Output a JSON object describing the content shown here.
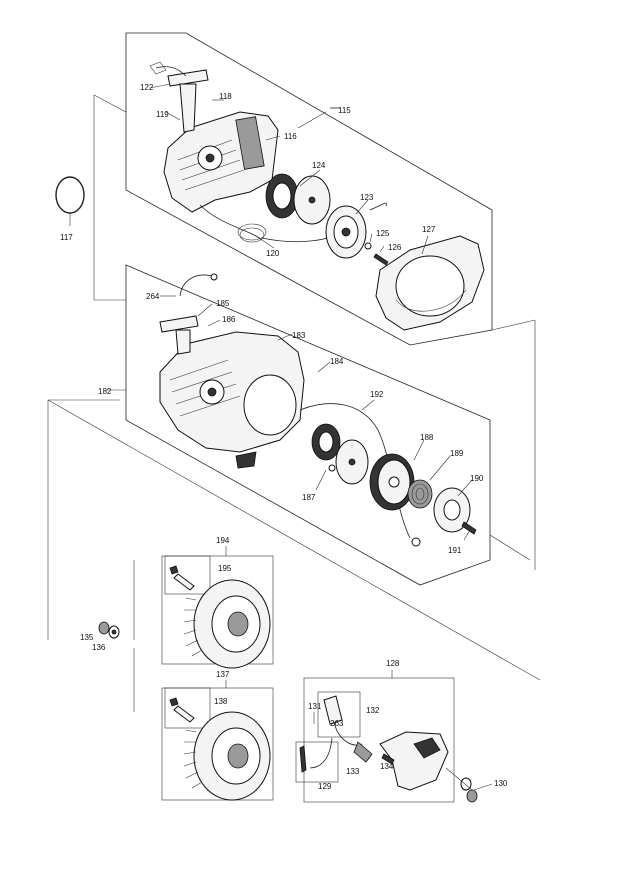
{
  "diagram": {
    "part_numbers": {
      "p115": "115",
      "p116": "116",
      "p117": "117",
      "p118": "118",
      "p119": "119",
      "p120": "120",
      "p122": "122",
      "p123": "123",
      "p124": "124",
      "p125": "125",
      "p126": "126",
      "p127": "127",
      "p128": "128",
      "p129": "129",
      "p130": "130",
      "p131": "131",
      "p132": "132",
      "p133": "133",
      "p134": "134",
      "p135": "135",
      "p136": "136",
      "p137": "137",
      "p138": "138",
      "p182": "182",
      "p183": "183",
      "p184": "184",
      "p185": "185",
      "p186": "186",
      "p187": "187",
      "p188": "188",
      "p189": "189",
      "p190": "190",
      "p191": "191",
      "p192": "192",
      "p194": "194",
      "p195": "195",
      "p263": "263",
      "p264": "264"
    }
  }
}
